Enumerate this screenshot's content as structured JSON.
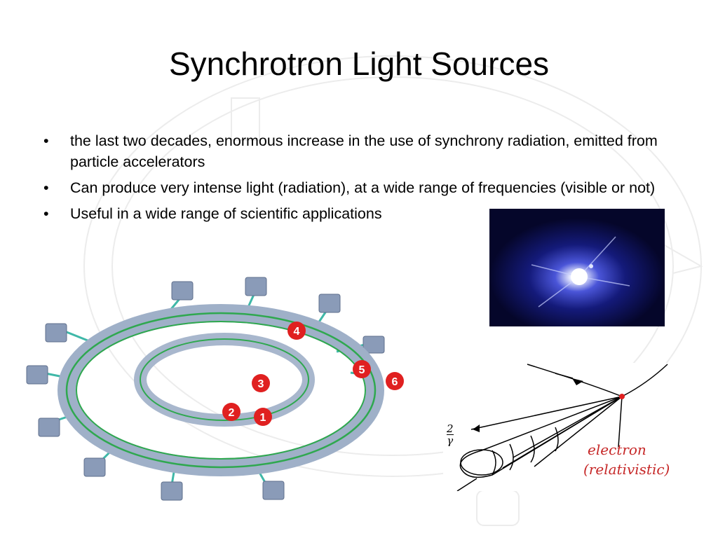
{
  "slide": {
    "title": "Synchrotron Light Sources",
    "bullets": [
      {
        "marker": "•",
        "text": "the last two decades, enormous increase in the use of synchrony radiation, emitted from particle accelerators"
      },
      {
        "marker": "•",
        "text": "Can produce very intense light (radiation), at a wide range of frequencies (visible or not)"
      },
      {
        "marker": "•",
        "text": "Useful in a wide range of scientific applications"
      }
    ]
  },
  "ring_diagram": {
    "markers": [
      "1",
      "2",
      "3",
      "4",
      "5",
      "6"
    ],
    "marker_color": "#e02020"
  },
  "beam_sketch": {
    "fraction_numerator": "2",
    "fraction_denominator": "γ",
    "label_line1": "electron",
    "label_line2": "(relativistic)",
    "label_color": "#c62828"
  },
  "colors": {
    "photo_background": "#0a0a3a",
    "photo_glow": "#ffffff"
  }
}
